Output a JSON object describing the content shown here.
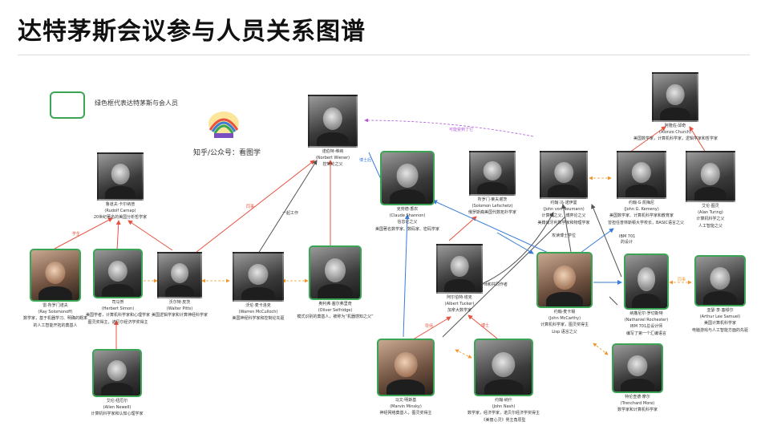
{
  "title": "达特茅斯会议参与人员关系图谱",
  "legend": {
    "text": "绿色框代表达特茅斯与会人员"
  },
  "brand": {
    "text": "知乎/公众号：看图学"
  },
  "colors": {
    "green_frame": "#3aa655",
    "edge_red": "#e8523f",
    "edge_orange": "#f0962d",
    "edge_blue": "#3b7dd8",
    "edge_purple": "#b05ad6",
    "edge_gray": "#555555"
  },
  "people": {
    "wiener": {
      "name": "诺伯特·维纳",
      "en": "(Norbert Wiener)",
      "desc": "控制论之父"
    },
    "church": {
      "name": "阿隆佐·邱奇",
      "en": "(Alonzo Church)",
      "desc": "美国数学家，计算机科学家，逻辑学家和哲学家"
    },
    "carnap": {
      "name": "鲁道夫·卡尔纳普",
      "en": "(Rudolf Carnap)",
      "desc": "20世纪著名的美国分析哲学家"
    },
    "shannon": {
      "name": "克劳德·香农",
      "en": "(Claude Shannon)",
      "desc": "信息论之父",
      "desc2": "美国著名数学家、数码家、密码学家"
    },
    "lefschetz": {
      "name": "所罗门·莱夫谢茨",
      "en": "(Solomon Lefschetz)",
      "desc": "俄罗斯裔美国代数拓扑学家"
    },
    "neumann": {
      "name": "约翰·冯·诺伊曼",
      "en": "(John von Neumann)",
      "desc": "计算机之父、博弈论之父",
      "desc2": "美籍匈牙利数学家和物理学家"
    },
    "kemeny": {
      "name": "约翰·G·凯梅尼",
      "en": "(John G. Kemeny)",
      "desc": "美国数学家、计算机科学家和教育家",
      "desc2": "曾担任普林斯顿大学校长，BASIC语言之父"
    },
    "turing": {
      "name": "艾伦·图灵",
      "en": "(Alan Turing)",
      "desc": "计算机科学之父",
      "desc2": "人工智能之父"
    },
    "solomonoff": {
      "name": "雷·所罗门诺夫",
      "en": "(Ray Solomonoff)",
      "desc": "数学家，基于机器学习、明确的概率",
      "desc2": "的人工智能开拓的奠基人"
    },
    "simon": {
      "name": "司马贺",
      "en": "(Herbert Simon)",
      "desc": "美国学者，计算机科学家和心理学家",
      "desc2": "图灵奖得主，诺贝尔经济学奖得主"
    },
    "pitts": {
      "name": "沃尔特·皮茨",
      "en": "(Walter Pitts)",
      "desc": "美国逻辑学家和计算神经科学家"
    },
    "mcculloch": {
      "name": "沃伦·麦卡洛克",
      "en": "(Warren McCulloch)",
      "desc": "美国神经科学家和控制论先驱"
    },
    "selfridge": {
      "name": "奥利弗·塞尔弗里奇",
      "en": "(Oliver Selfridge)",
      "desc": "模式识别的奠基人，被称为“机器感知之父”"
    },
    "tucker": {
      "name": "阿尔伯特·塔克",
      "en": "(Albert Tucker)",
      "desc": "加拿大数学家"
    },
    "mccarthy": {
      "name": "约翰·麦卡锡",
      "en": "(John McCarthy)",
      "desc": "计算机科学家，图灵奖得主",
      "desc2": "Lisp 语言之父"
    },
    "rochester": {
      "name": "纳撒尼尔·罗切斯特",
      "en": "(Nathaniel Rochester)",
      "desc": "IBM 701总设计师",
      "desc2": "编写了第一个汇编语言"
    },
    "samuel": {
      "name": "亚瑟·李·塞缪尔",
      "en": "(Arthur Lee Samuel)",
      "desc": "美国计算机科学家",
      "desc2": "电脑游戏与人工智能方面的先驱"
    },
    "newell": {
      "name": "艾伦·纽厄尔",
      "en": "(Allen Newell)",
      "desc": "计算机科学家和认知心理学家"
    },
    "minsky": {
      "name": "马文·明斯基",
      "en": "(Marvin Minsky)",
      "desc": "神经网络奠基人，图灵奖得主"
    },
    "nash": {
      "name": "约翰·纳什",
      "en": "(John Nash)",
      "desc": "数学家，经济学家，诺贝尔经济学奖得主",
      "desc2": "《美丽心灵》男主角原型"
    },
    "more": {
      "name": "特伦查德·摩尔",
      "en": "(Trenchard More)",
      "desc": "数学家和计算机科学家"
    }
  },
  "edge_labels": {
    "shannon_wiener": "博士后",
    "wiener_left": "同事",
    "mcc_wiener": "一起工作",
    "tucker_phd": "博士导师和共同作者",
    "mccarthy_ibm": "IBM 701",
    "ibm_sub": "的设计",
    "mcc_neumann": "攻读博士学位",
    "purple": "可能受到了它",
    "shannon_lbl": "学生",
    "leader": "导师",
    "phd": "博士",
    "mutual": "同事"
  }
}
